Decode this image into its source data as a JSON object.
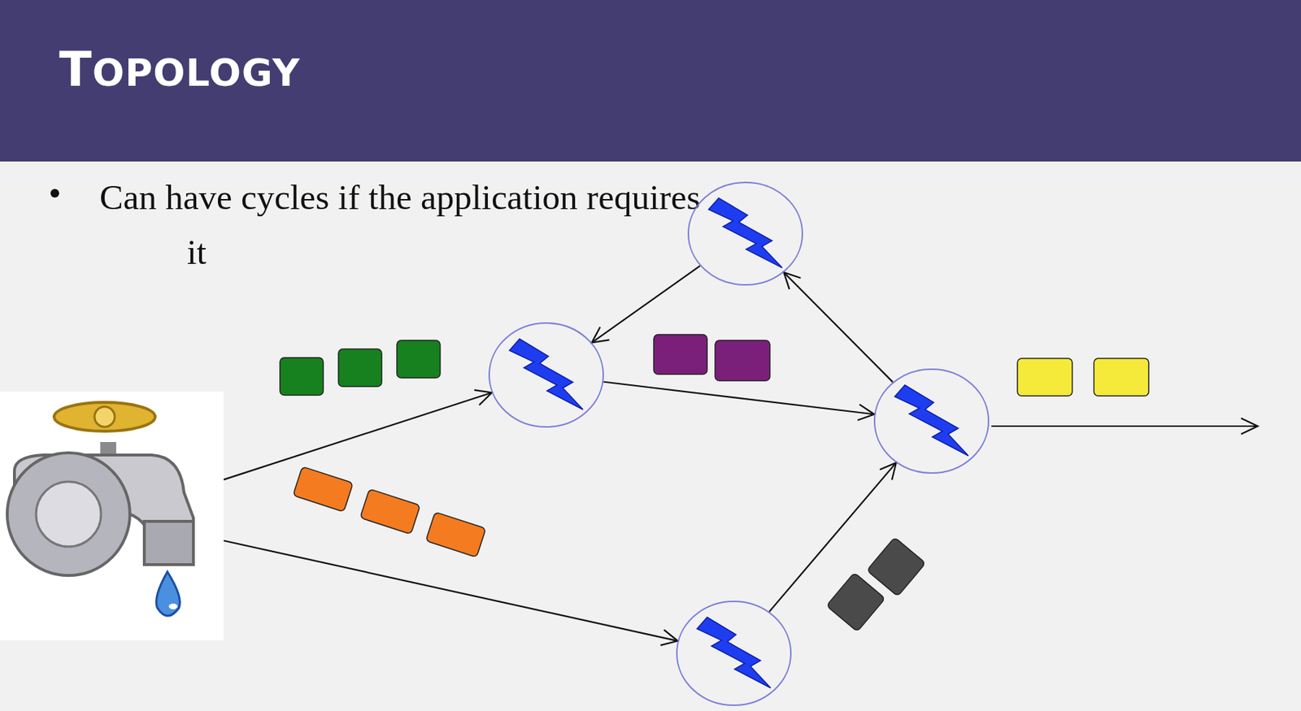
{
  "diagram": {
    "title": "TOPOLOGY",
    "nodes": [
      {
        "text": []
      },
      {
        "text": []
      },
      {
        "text": []
      },
      {
        "text": []
      },
      {
        "text": []
      }
    ],
    "edges": [
      {
        "from": 0,
        "to": 1,
        "arrow": "to"
      },
      {
        "from": 0,
        "to": 4,
        "arrow": "to"
      },
      {
        "from": 1,
        "to": 3,
        "arrow": "to"
      },
      {
        "from": 3,
        "to": 2,
        "arrow": "to"
      },
      {
        "from": 2,
        "to": 1,
        "arrow": "to"
      },
      {
        "from": 4,
        "to": 3,
        "arrow": "to"
      }
    ],
    "labels": [
      "Can have cycles if the application requires it"
    ]
  }
}
